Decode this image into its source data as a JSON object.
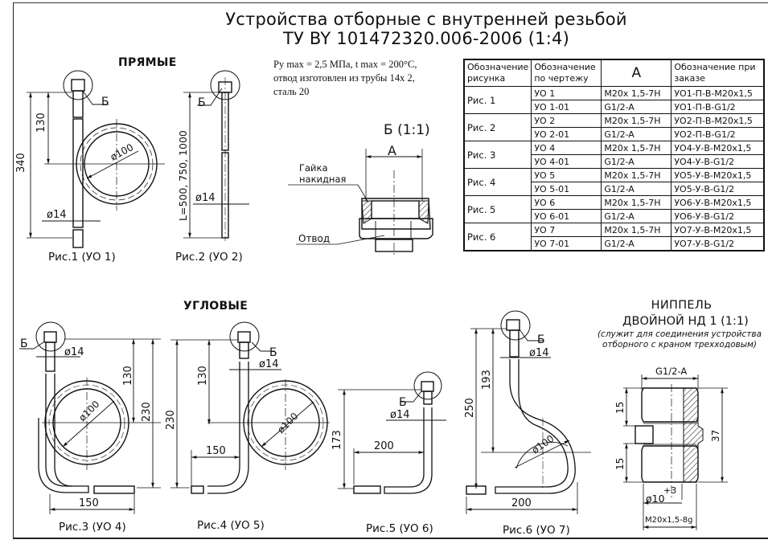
{
  "title": {
    "line1": "Устройства отборные с внутренней резьбой",
    "line2": "ТУ BY 101472320.006-2006 (1:4)"
  },
  "sections": {
    "straight": "ПРЯМЫЕ",
    "angular": "УГЛОВЫЕ"
  },
  "note": {
    "line1": "Ру max = 2,5 МПа,  t max = 200°С,",
    "line2": "отвод изготовлен из трубы 14х 2,",
    "line3": "сталь 20"
  },
  "detail_b": {
    "title": "Б (1:1)",
    "dim_a": "А",
    "label_nut_1": "Гайка",
    "label_nut_2": "накидная",
    "label_branch": "Отвод"
  },
  "table": {
    "headers": [
      "Обозначение рисунка",
      "Обозначение по чертежу",
      "А",
      "Обозначение при заказе"
    ],
    "groups": [
      {
        "figure": "Рис. 1",
        "rows": [
          {
            "drawing": "УО 1",
            "a": "M20x 1,5-7H",
            "order": "УО1-П-В-M20x1,5"
          },
          {
            "drawing": "УО 1-01",
            "a": "G1/2-A",
            "order": "УО1-П-В-G1/2"
          }
        ]
      },
      {
        "figure": "Рис. 2",
        "rows": [
          {
            "drawing": "УО 2",
            "a": "M20x 1,5-7H",
            "order": "УО2-П-В-M20x1,5"
          },
          {
            "drawing": "УО 2-01",
            "a": "G1/2-A",
            "order": "УО2-П-В-G1/2"
          }
        ]
      },
      {
        "figure": "Рис. 3",
        "rows": [
          {
            "drawing": "УО 4",
            "a": "M20x 1,5-7H",
            "order": "УО4-У-В-M20x1,5"
          },
          {
            "drawing": "УО 4-01",
            "a": "G1/2-A",
            "order": "УО4-У-В-G1/2"
          }
        ]
      },
      {
        "figure": "Рис. 4",
        "rows": [
          {
            "drawing": "УО 5",
            "a": "M20x 1,5-7H",
            "order": "УО5-У-В-M20x1,5"
          },
          {
            "drawing": "УО 5-01",
            "a": "G1/2-A",
            "order": "УО5-У-В-G1/2"
          }
        ]
      },
      {
        "figure": "Рис. 5",
        "rows": [
          {
            "drawing": "УО 6",
            "a": "M20x 1,5-7H",
            "order": "УО6-У-В-M20x1,5"
          },
          {
            "drawing": "УО 6-01",
            "a": "G1/2-A",
            "order": "УО6-У-В-G1/2"
          }
        ]
      },
      {
        "figure": "Рис. 6",
        "rows": [
          {
            "drawing": "УО 7",
            "a": "M20x 1,5-7H",
            "order": "УО7-У-В-M20x1,5"
          },
          {
            "drawing": "УО 7-01",
            "a": "G1/2-A",
            "order": "УО7-У-В-G1/2"
          }
        ]
      }
    ]
  },
  "figures": {
    "fig1": {
      "caption": "Рис.1 (УО 1)",
      "dims": {
        "overall": "340",
        "to_center": "130",
        "loop_dia": "ø100",
        "pipe_dia": "ø14"
      },
      "detail_mark": "Б"
    },
    "fig2": {
      "caption": "Рис.2 (УО 2)",
      "dims": {
        "length": "L=500, 750, 1000",
        "pipe_dia": "ø14"
      },
      "detail_mark": "Б"
    },
    "fig3": {
      "caption": "Рис.3 (УО 4)",
      "dims": {
        "overall": "230",
        "to_center": "130",
        "loop_dia": "ø100",
        "pipe_dia": "ø14",
        "width": "150"
      },
      "detail_mark": "Б"
    },
    "fig4": {
      "caption": "Рис.4 (УО 5)",
      "dims": {
        "overall": "230",
        "to_center": "130",
        "loop_dia": "ø100",
        "pipe_dia": "ø14",
        "width": "150"
      },
      "detail_mark": "Б"
    },
    "fig5": {
      "caption": "Рис.5 (УО 6)",
      "dims": {
        "height": "173",
        "pipe_dia": "ø14",
        "width": "200"
      },
      "detail_mark": "Б"
    },
    "fig6": {
      "caption": "Рис.6 (УО 7)",
      "dims": {
        "overall": "250",
        "to_center": "193",
        "loop_dia": "ø100",
        "pipe_dia": "ø14",
        "width": "200"
      },
      "detail_mark": "Б"
    }
  },
  "nipple": {
    "title1": "НИППЕЛЬ",
    "title2": "ДВОЙНОЙ НД 1 (1:1)",
    "sub1": "(служит для соединения устройства",
    "sub2": "отборного  с краном трехходовым)",
    "dims": {
      "top_thread": "G1/2-A",
      "upper": "15",
      "lower": "15",
      "height": "37",
      "bore": "ø10",
      "bore_tol": "+3",
      "bottom_thread": "M20x1,5-8g"
    }
  }
}
